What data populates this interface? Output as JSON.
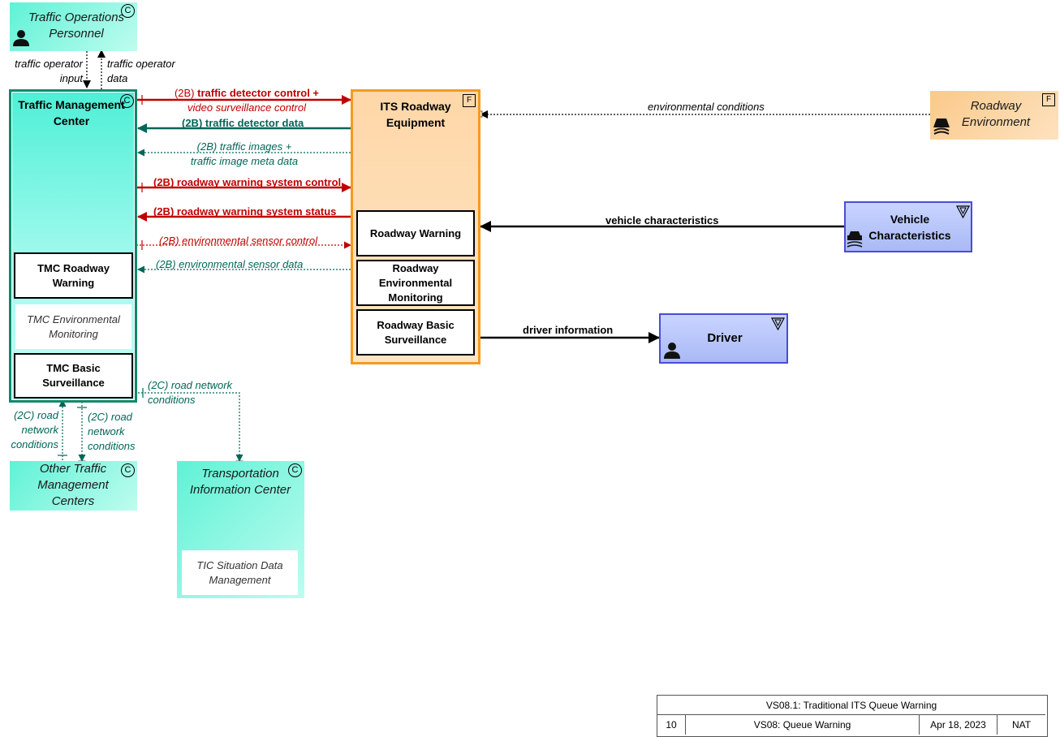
{
  "nodes": {
    "traffic_ops_personnel": "Traffic Operations Personnel",
    "tmc": "Traffic Management Center",
    "tmc_roadway_warning": "TMC Roadway Warning",
    "tmc_env_monitoring": "TMC Environmental Monitoring",
    "tmc_basic_surveillance": "TMC Basic Surveillance",
    "its_roadway_equipment": "ITS Roadway Equipment",
    "roadway_warning": "Roadway Warning",
    "roadway_env_monitoring": "Roadway Environmental Monitoring",
    "roadway_basic_surveillance": "Roadway Basic Surveillance",
    "roadway_environment": "Roadway Environment",
    "vehicle_characteristics": "Vehicle Characteristics",
    "driver": "Driver",
    "other_tmc": "Other Traffic Management Centers",
    "tic": "Transportation Information Center",
    "tic_situation": "TIC Situation Data Management"
  },
  "badges": {
    "center": "C",
    "field": "F"
  },
  "flows": {
    "traffic_operator_input": "traffic operator input",
    "traffic_operator_data": "traffic operator data",
    "detector_control_prefix": "(2B)",
    "detector_control_bold": "traffic detector control +",
    "detector_control_rest": "video surveillance control",
    "detector_data": "(2B) traffic detector data",
    "traffic_images": "(2B) traffic images +",
    "traffic_images_2": "traffic image meta data",
    "rws_control": "(2B) roadway warning system control",
    "rws_status": "(2B) roadway warning system status",
    "env_sensor_control": "(2B) environmental sensor control",
    "env_sensor_data": "(2B) environmental sensor data",
    "environmental_conditions": "environmental conditions",
    "vehicle_characteristics": "vehicle characteristics",
    "driver_information": "driver information",
    "road_network_1": "(2C) road network conditions",
    "road_network_2": "(2C) road network conditions",
    "road_network_3": "(2C) road network conditions"
  },
  "title_block": {
    "title": "VS08.1: Traditional ITS Queue Warning",
    "page": "10",
    "package": "VS08: Queue Warning",
    "date": "Apr 18, 2023",
    "scope": "NAT"
  },
  "colors": {
    "flow_red": "#c00000",
    "flow_green": "#006658",
    "center_teal": "#4eefd6",
    "field_orange": "#f9a93a",
    "terminator_blue": "#4b4bd9"
  }
}
